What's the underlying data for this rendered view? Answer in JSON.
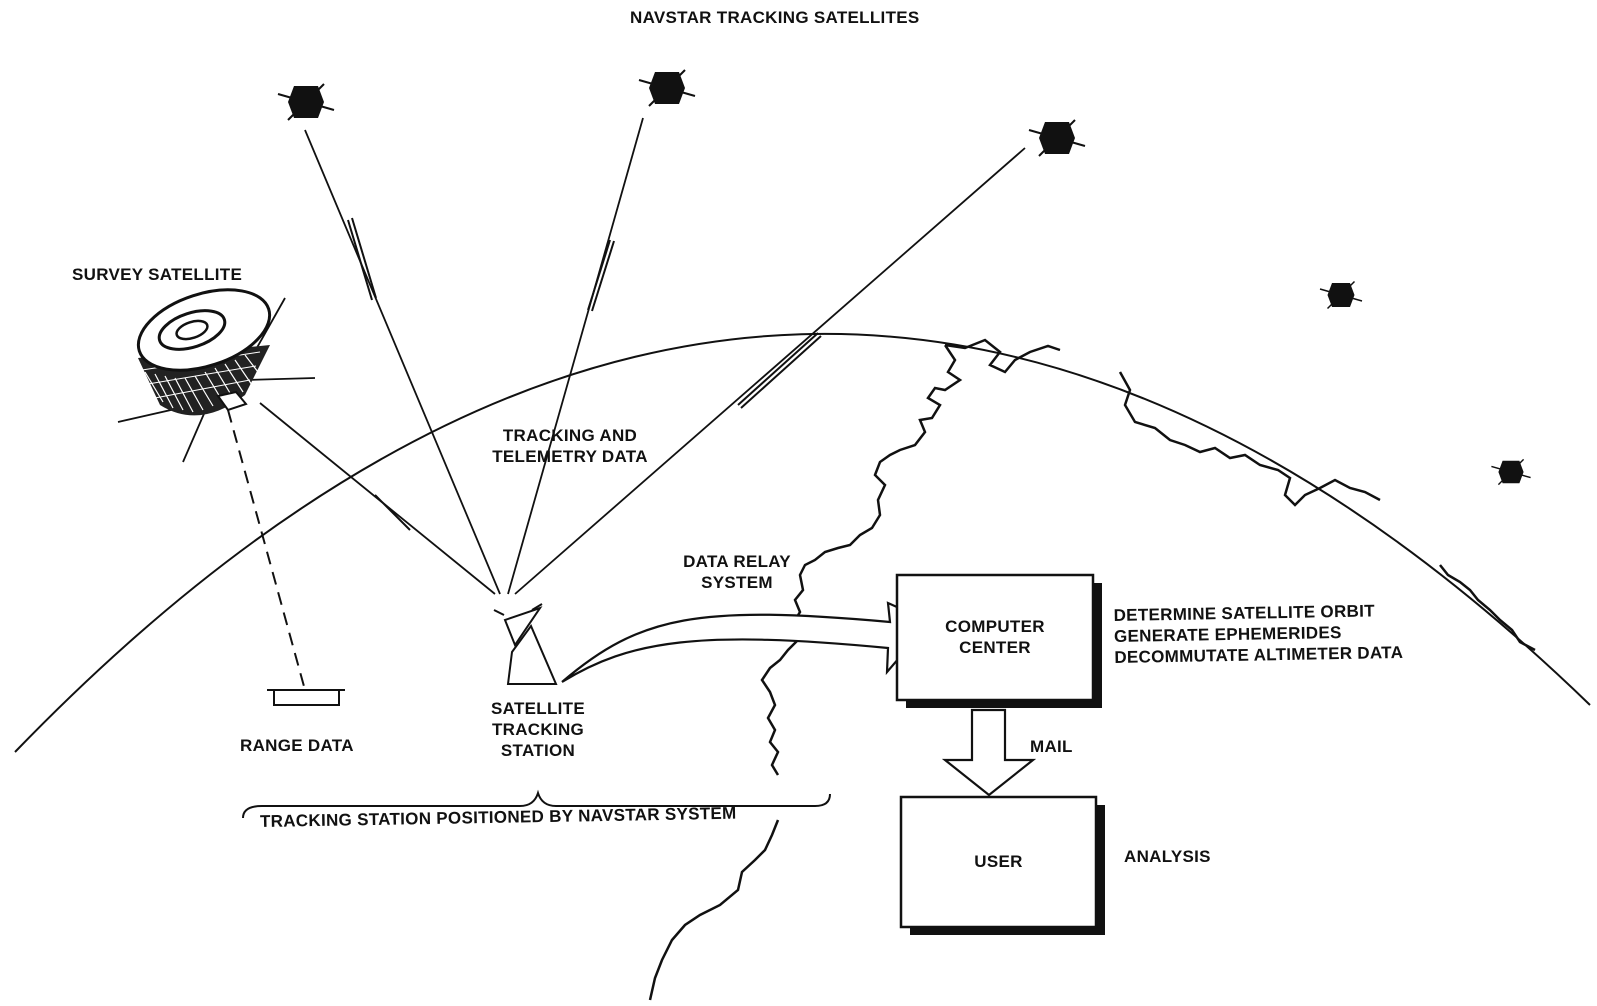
{
  "title": "NAVSTAR TRACKING SATELLITES",
  "labels": {
    "survey_satellite": "SURVEY SATELLITE",
    "tracking_telemetry_line1": "TRACKING AND",
    "tracking_telemetry_line2": "TELEMETRY DATA",
    "data_relay_line1": "DATA RELAY",
    "data_relay_line2": "SYSTEM",
    "range_data": "RANGE DATA",
    "station_line1": "SATELLITE",
    "station_line2": "TRACKING",
    "station_line3": "STATION",
    "positioned": "TRACKING STATION POSITIONED BY NAVSTAR SYSTEM",
    "mail": "MAIL",
    "analysis": "ANALYSIS"
  },
  "boxes": {
    "computer_center_line1": "COMPUTER",
    "computer_center_line2": "CENTER",
    "user": "USER"
  },
  "tasks": [
    "DETERMINE SATELLITE ORBIT",
    "GENERATE EPHEMERIDES",
    "DECOMMUTATE ALTIMETER DATA"
  ],
  "icons": {
    "navstar": "navstar-satellite-icon",
    "survey": "survey-satellite-icon",
    "antenna": "tracking-antenna-icon"
  }
}
